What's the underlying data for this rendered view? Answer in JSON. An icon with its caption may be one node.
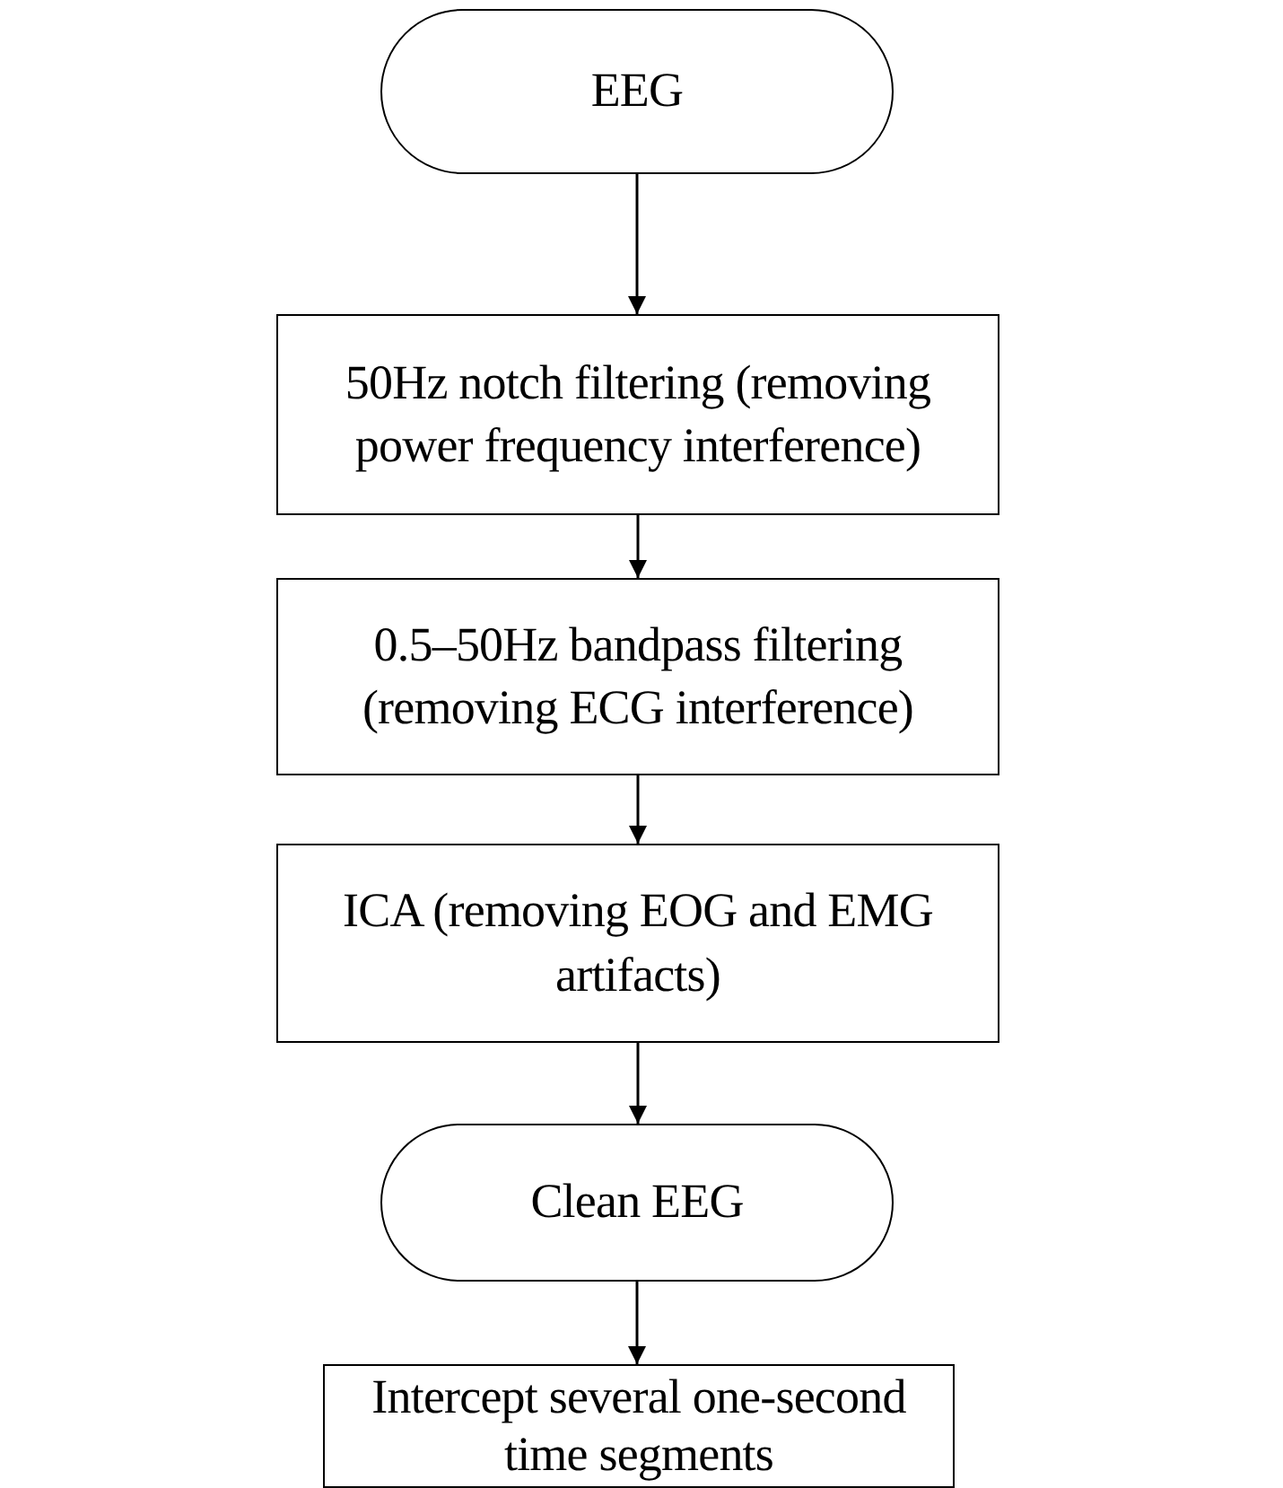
{
  "diagram": {
    "nodes": [
      {
        "text": [
          "EEG"
        ]
      },
      {
        "text": [
          "50Hz notch filtering (removing power frequency interference)"
        ]
      },
      {
        "text": [
          "0.5–50Hz bandpass filtering (removing ECG interference)"
        ]
      },
      {
        "text": [
          "ICA (removing EOG and EMG artifacts)"
        ]
      },
      {
        "text": [
          "Clean EEG"
        ]
      },
      {
        "text": [
          "Intercept several one-second time segments"
        ]
      }
    ],
    "edges": [
      {
        "from": 0,
        "to": 1,
        "arrow": "to"
      },
      {
        "from": 1,
        "to": 2,
        "arrow": "to"
      },
      {
        "from": 2,
        "to": 3,
        "arrow": "to"
      },
      {
        "from": 3,
        "to": 4,
        "arrow": "to"
      },
      {
        "from": 4,
        "to": 5,
        "arrow": "to"
      }
    ]
  }
}
